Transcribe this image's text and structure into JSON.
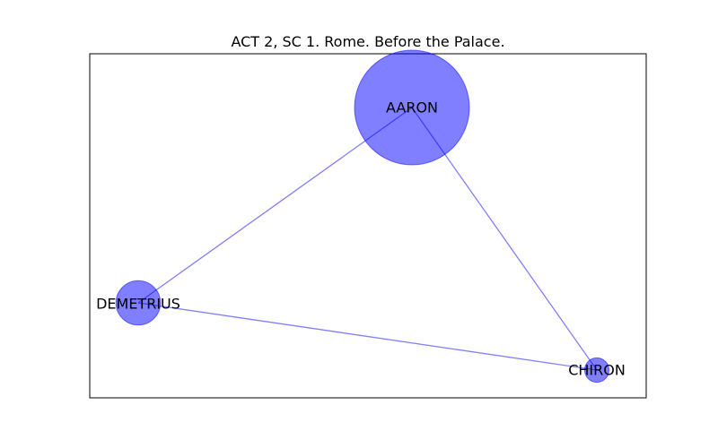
{
  "title": "ACT 2, SC 1. Rome. Before the Palace.",
  "graph": {
    "nodes": [
      {
        "id": "aaron",
        "label": "AARON",
        "weight": 1.0
      },
      {
        "id": "demetrius",
        "label": "DEMETRIUS",
        "weight": 0.15
      },
      {
        "id": "chiron",
        "label": "CHIRON",
        "weight": 0.045
      }
    ],
    "edges": [
      {
        "source": "aaron",
        "target": "demetrius"
      },
      {
        "source": "aaron",
        "target": "chiron"
      },
      {
        "source": "demetrius",
        "target": "chiron"
      }
    ]
  },
  "colors": {
    "node_fill": "#0000ff",
    "edge": "#0000ff",
    "frame": "#000000",
    "text": "#000000"
  }
}
